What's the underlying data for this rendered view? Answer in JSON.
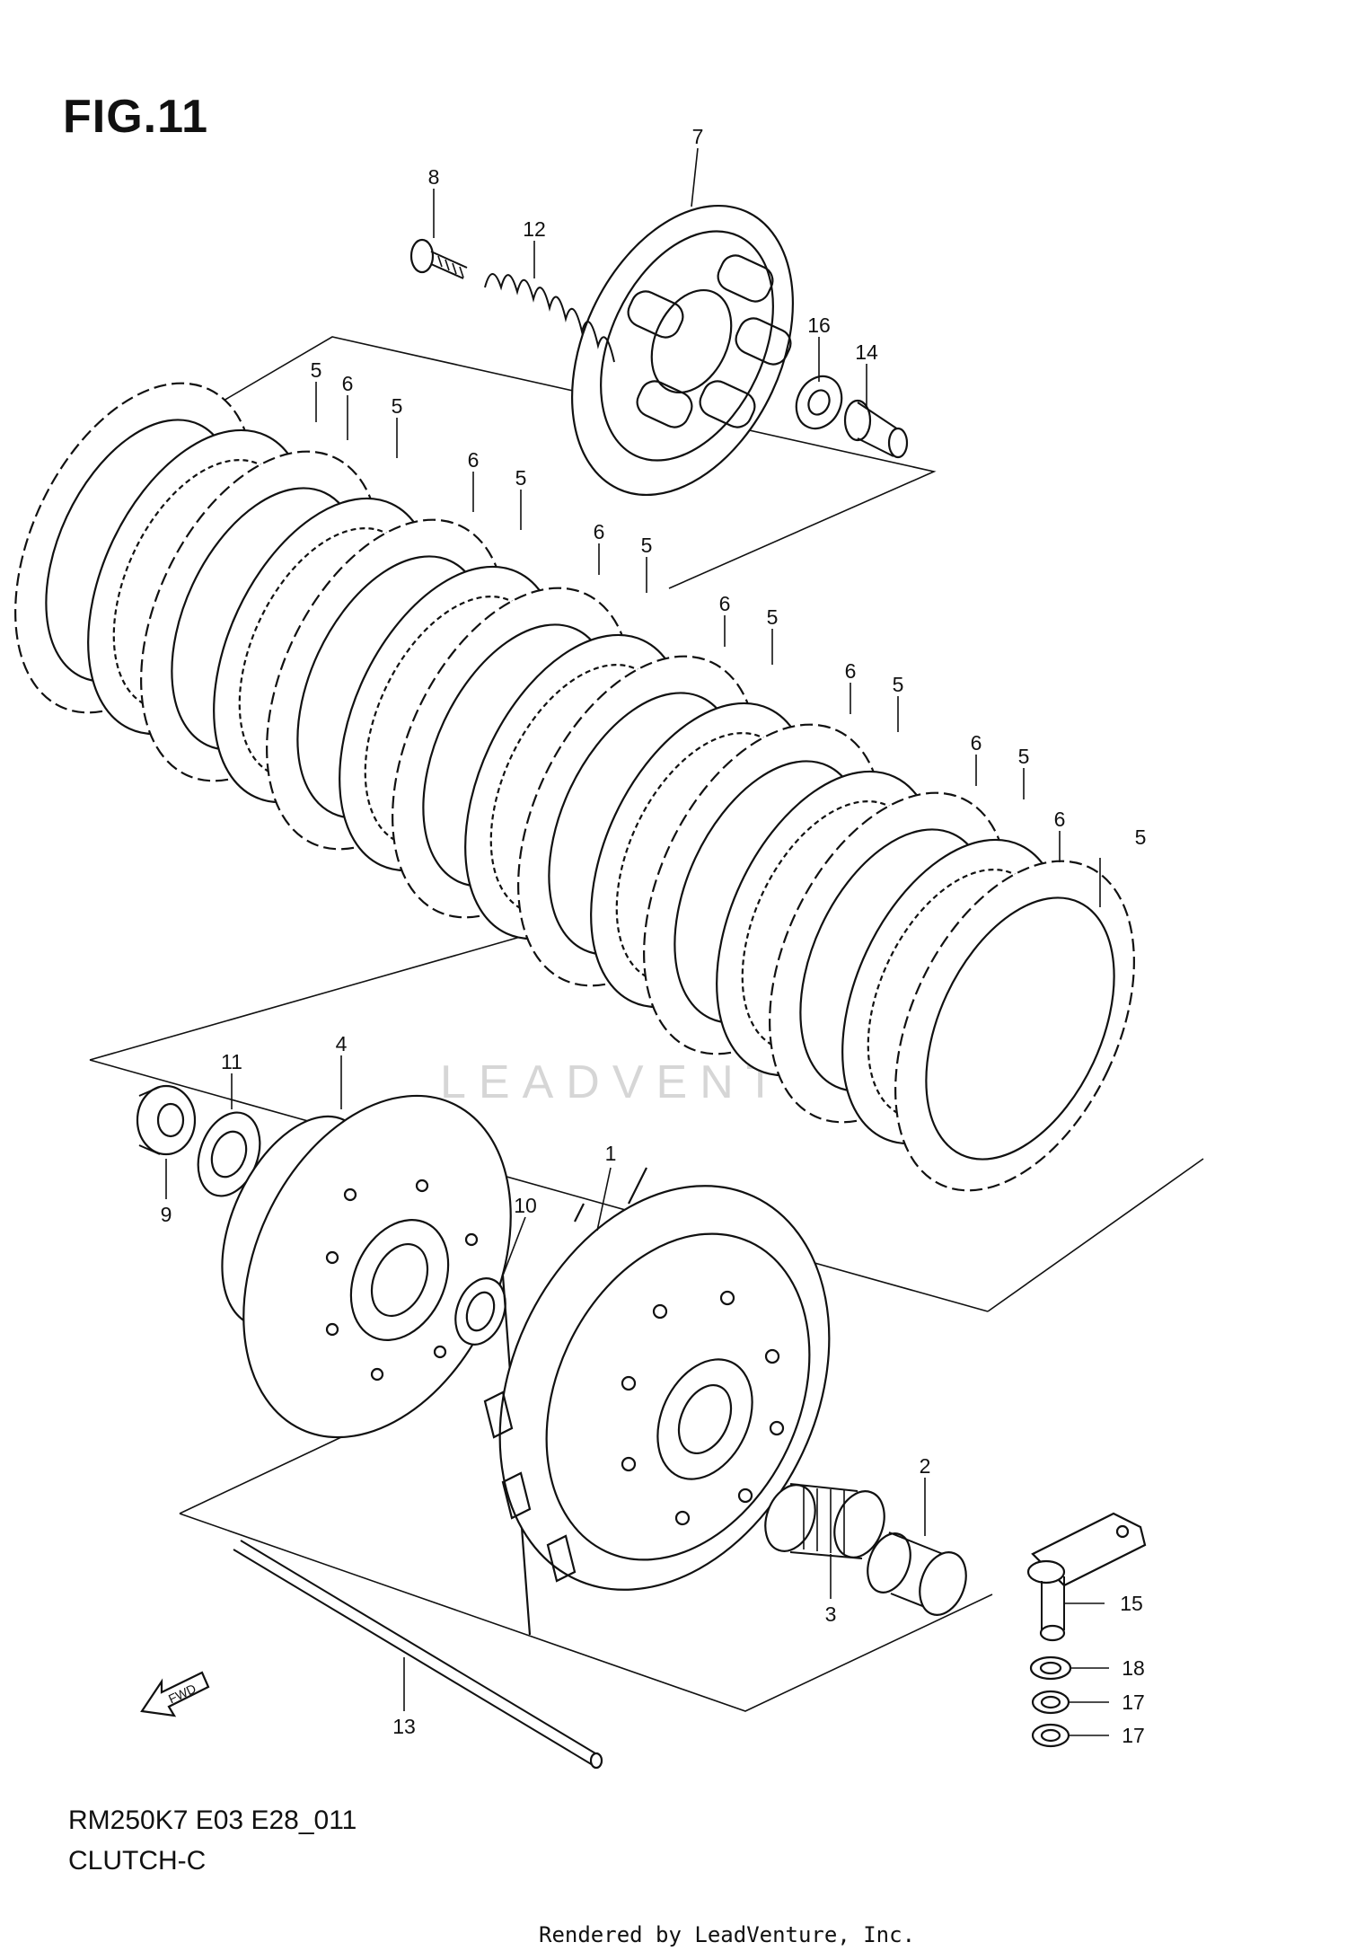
{
  "figure": {
    "title": "FIG.11",
    "model_code": "RM250K7 E03 E28_011",
    "section_name": "CLUTCH-C",
    "credit": "Rendered by LeadVenture, Inc.",
    "watermark": "LEADVENTURE"
  },
  "fwd_arrow_label": "FWD",
  "callouts": [
    {
      "id": "c1",
      "label": "1"
    },
    {
      "id": "c2",
      "label": "2"
    },
    {
      "id": "c3",
      "label": "3"
    },
    {
      "id": "c4",
      "label": "4"
    },
    {
      "id": "c5a",
      "label": "5"
    },
    {
      "id": "c5b",
      "label": "5"
    },
    {
      "id": "c5c",
      "label": "5"
    },
    {
      "id": "c5d",
      "label": "5"
    },
    {
      "id": "c5e",
      "label": "5"
    },
    {
      "id": "c5f",
      "label": "5"
    },
    {
      "id": "c5g",
      "label": "5"
    },
    {
      "id": "c5h",
      "label": "5"
    },
    {
      "id": "c6a",
      "label": "6"
    },
    {
      "id": "c6b",
      "label": "6"
    },
    {
      "id": "c6c",
      "label": "6"
    },
    {
      "id": "c6d",
      "label": "6"
    },
    {
      "id": "c6e",
      "label": "6"
    },
    {
      "id": "c6f",
      "label": "6"
    },
    {
      "id": "c6g",
      "label": "6"
    },
    {
      "id": "c7",
      "label": "7"
    },
    {
      "id": "c8",
      "label": "8"
    },
    {
      "id": "c9",
      "label": "9"
    },
    {
      "id": "c10",
      "label": "10"
    },
    {
      "id": "c11",
      "label": "11"
    },
    {
      "id": "c12",
      "label": "12"
    },
    {
      "id": "c13",
      "label": "13"
    },
    {
      "id": "c14",
      "label": "14"
    },
    {
      "id": "c15",
      "label": "15"
    },
    {
      "id": "c16",
      "label": "16"
    },
    {
      "id": "c17a",
      "label": "17"
    },
    {
      "id": "c17b",
      "label": "17"
    },
    {
      "id": "c18",
      "label": "18"
    }
  ]
}
